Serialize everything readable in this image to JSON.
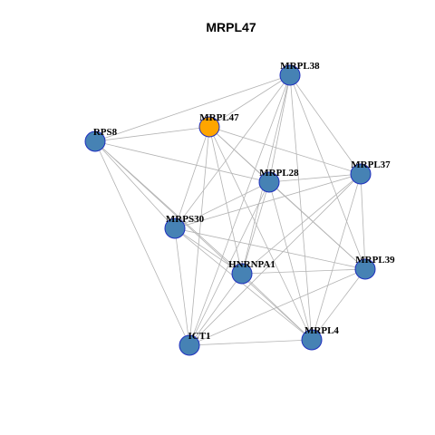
{
  "title": "MRPL47",
  "colors": {
    "node_default": "#4682B4",
    "node_highlight": "#FFA500",
    "node_border": "#1f2fbf",
    "edge": "#b3b3b3"
  },
  "nodes": [
    {
      "id": "MRPL38",
      "label": "MRPL38",
      "highlight": false
    },
    {
      "id": "MRPL47",
      "label": "MRPL47",
      "highlight": true
    },
    {
      "id": "RPS8",
      "label": "RPS8",
      "highlight": false
    },
    {
      "id": "MRPL37",
      "label": "MRPL37",
      "highlight": false
    },
    {
      "id": "MRPL28",
      "label": "MRPL28",
      "highlight": false
    },
    {
      "id": "MRPS30",
      "label": "MRPS30",
      "highlight": false
    },
    {
      "id": "HNRNPA1",
      "label": "HNRNPA1",
      "highlight": false
    },
    {
      "id": "MRPL39",
      "label": "MRPL39",
      "highlight": false
    },
    {
      "id": "MRPL4",
      "label": "MRPL4",
      "highlight": false
    },
    {
      "id": "ICT1",
      "label": "ICT1",
      "highlight": false
    }
  ],
  "edges": [
    [
      "MRPL38",
      "RPS8"
    ],
    [
      "MRPL38",
      "MRPL47"
    ],
    [
      "MRPL38",
      "MRPL28"
    ],
    [
      "MRPL38",
      "MRPS30"
    ],
    [
      "MRPL38",
      "MRPL37"
    ],
    [
      "MRPL38",
      "HNRNPA1"
    ],
    [
      "MRPL38",
      "MRPL39"
    ],
    [
      "MRPL38",
      "MRPL4"
    ],
    [
      "MRPL38",
      "ICT1"
    ],
    [
      "RPS8",
      "MRPL47"
    ],
    [
      "RPS8",
      "MRPL28"
    ],
    [
      "RPS8",
      "MRPS30"
    ],
    [
      "RPS8",
      "HNRNPA1"
    ],
    [
      "RPS8",
      "MRPL4"
    ],
    [
      "RPS8",
      "ICT1"
    ],
    [
      "MRPL47",
      "MRPL37"
    ],
    [
      "MRPL47",
      "MRPS30"
    ],
    [
      "MRPL47",
      "HNRNPA1"
    ],
    [
      "MRPL47",
      "MRPL39"
    ],
    [
      "MRPL47",
      "MRPL4"
    ],
    [
      "MRPL47",
      "ICT1"
    ],
    [
      "MRPL47",
      "MRPL28"
    ],
    [
      "MRPL37",
      "MRPL28"
    ],
    [
      "MRPL37",
      "MRPS30"
    ],
    [
      "MRPL37",
      "HNRNPA1"
    ],
    [
      "MRPL37",
      "MRPL39"
    ],
    [
      "MRPL37",
      "MRPL4"
    ],
    [
      "MRPL37",
      "ICT1"
    ],
    [
      "MRPL28",
      "MRPL39"
    ],
    [
      "MRPL28",
      "MRPS30"
    ],
    [
      "MRPL28",
      "HNRNPA1"
    ],
    [
      "MRPL28",
      "ICT1"
    ],
    [
      "MRPL28",
      "MRPL4"
    ],
    [
      "MRPS30",
      "MRPL39"
    ],
    [
      "MRPS30",
      "HNRNPA1"
    ],
    [
      "MRPS30",
      "MRPL4"
    ],
    [
      "MRPS30",
      "ICT1"
    ],
    [
      "HNRNPA1",
      "MRPL39"
    ],
    [
      "HNRNPA1",
      "MRPL4"
    ],
    [
      "HNRNPA1",
      "ICT1"
    ],
    [
      "MRPL39",
      "ICT1"
    ],
    [
      "MRPL39",
      "MRPL4"
    ],
    [
      "MRPL4",
      "ICT1"
    ]
  ]
}
